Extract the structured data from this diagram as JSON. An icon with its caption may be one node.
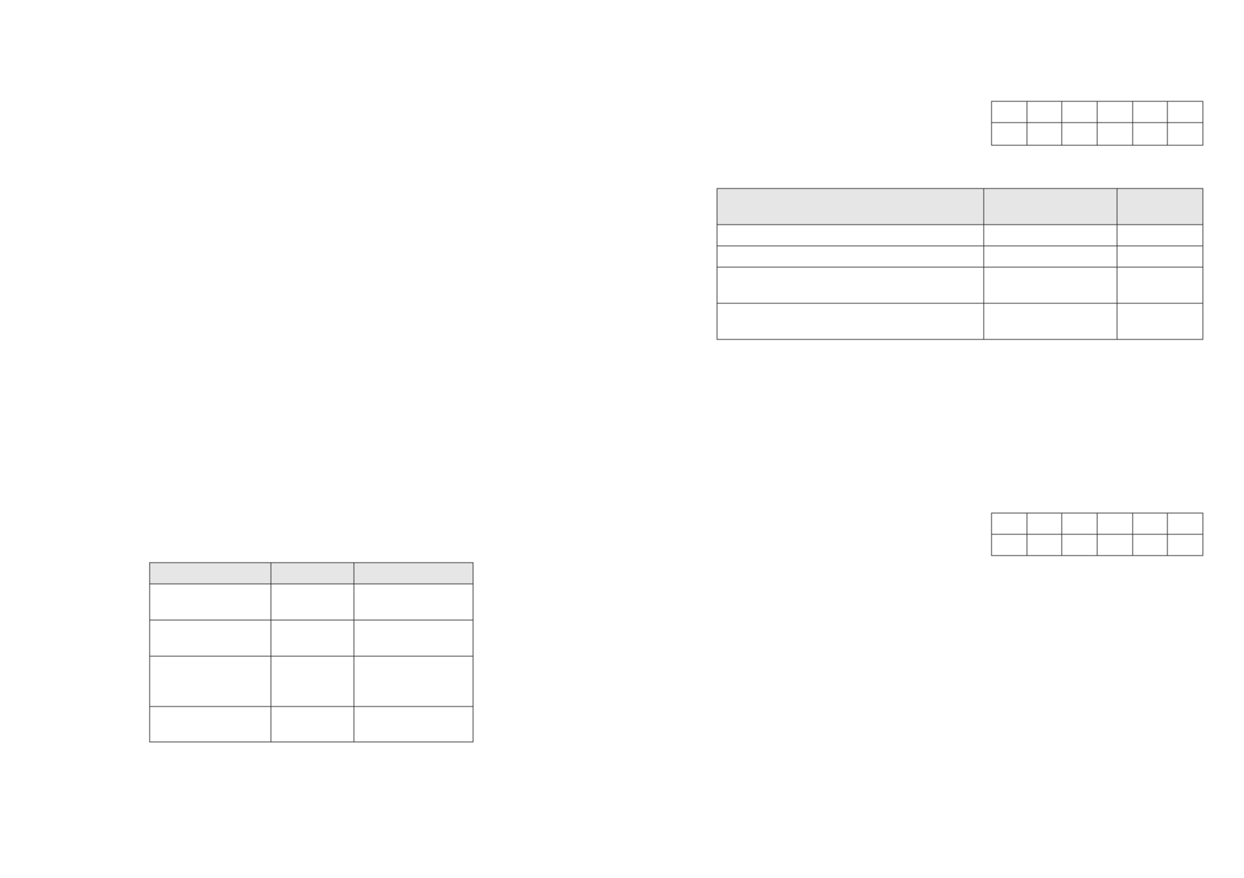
{
  "diagram": {
    "nodes": [
      {
        "text": [],
        "shape": "table"
      },
      {
        "text": [],
        "shape": "table"
      },
      {
        "text": [],
        "shape": "table"
      },
      {
        "text": [],
        "shape": "table"
      }
    ]
  }
}
